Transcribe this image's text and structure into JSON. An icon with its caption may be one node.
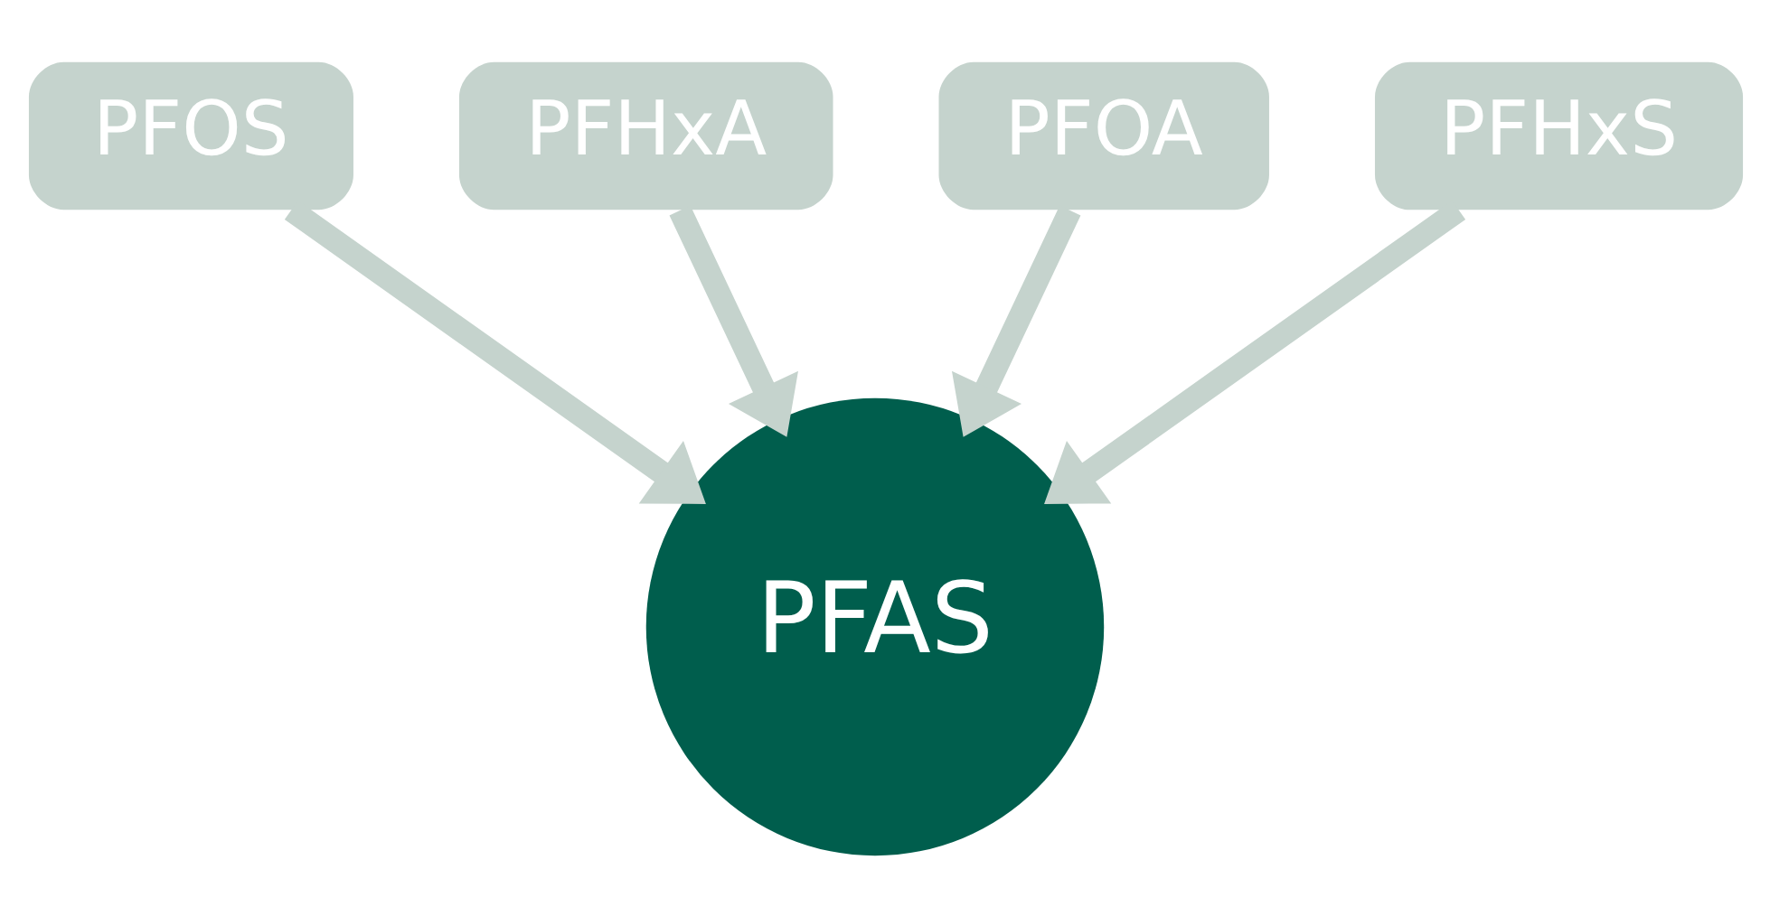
{
  "diagram": {
    "nodes": [
      {
        "text": [
          "PFOS"
        ]
      },
      {
        "text": [
          "PFHxA"
        ]
      },
      {
        "text": [
          "PFOA"
        ]
      },
      {
        "text": [
          "PFHxS"
        ]
      },
      {
        "text": [
          "PFAS"
        ]
      }
    ],
    "edges": [
      {
        "from": 0,
        "to": 4,
        "arrow": "to"
      },
      {
        "from": 1,
        "to": 4,
        "arrow": "to"
      },
      {
        "from": 2,
        "to": 4,
        "arrow": "to"
      },
      {
        "from": 3,
        "to": 4,
        "arrow": "to"
      }
    ]
  }
}
